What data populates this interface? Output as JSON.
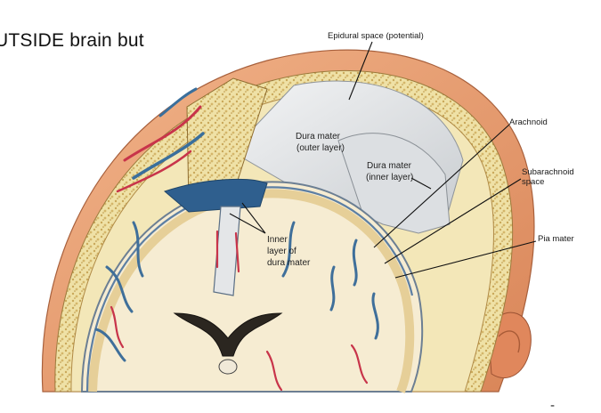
{
  "heading": "UTSIDE brain but",
  "labels": {
    "epidural": "Epidural space (potential)",
    "arachnoid": "Arachnoid",
    "subarachnoid_1": "Subarachnoid",
    "subarachnoid_2": "space",
    "pia": "Pia mater",
    "dura_outer_1": "Dura mater",
    "dura_outer_2": "(outer layer)",
    "dura_inner_1": "Dura mater",
    "dura_inner_2": "(inner layer)",
    "inner_layer_1": "Inner",
    "inner_layer_2": "layer of",
    "inner_layer_3": "dura mater"
  },
  "colors": {
    "skin": "#e9a073",
    "skin_dark": "#c9734a",
    "bone": "#efe1a6",
    "bone_spongy": "#d8c27a",
    "dura": "#e6e8ea",
    "brain_white": "#f6ecd2",
    "gray_matter": "#e9d9b0",
    "vessel_blue": "#3a6f9c",
    "vessel_red": "#c8344a"
  },
  "footer_mark": "-"
}
